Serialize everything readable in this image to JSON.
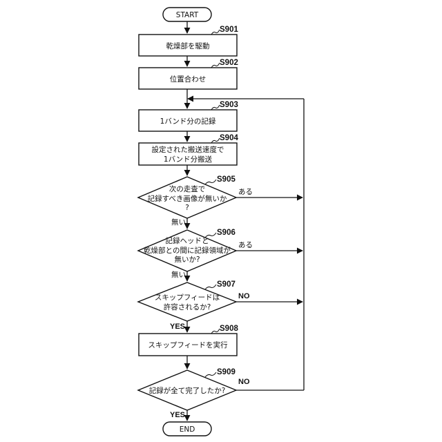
{
  "terminals": {
    "start": "START",
    "end": "END"
  },
  "steps": {
    "s901": {
      "id": "S901",
      "text": "乾燥部を駆動"
    },
    "s902": {
      "id": "S902",
      "text": "位置合わせ"
    },
    "s903": {
      "id": "S903",
      "text": "1バンド分の記録"
    },
    "s904": {
      "id": "S904",
      "line1": "設定された搬送速度で",
      "line2": "1バンド分搬送"
    },
    "s905": {
      "id": "S905",
      "line1": "次の走査で",
      "line2": "記録すべき画像が無いか",
      "line3": "?"
    },
    "s906": {
      "id": "S906",
      "line1": "記録ヘッドと",
      "line2": "乾燥部との間に記録領域が",
      "line3": "無いか?"
    },
    "s907": {
      "id": "S907",
      "line1": "スキップフィードは",
      "line2": "許容されるか?"
    },
    "s908": {
      "id": "S908",
      "text": "スキップフィードを実行"
    },
    "s909": {
      "id": "S909",
      "text": "記録が全て完了したか?"
    }
  },
  "branches": {
    "s905_yes": "ある",
    "s905_no": "無い",
    "s906_yes": "ある",
    "s906_no": "無い",
    "s907_no": "NO",
    "s907_yes": "YES",
    "s909_no": "NO",
    "s909_yes": "YES"
  }
}
